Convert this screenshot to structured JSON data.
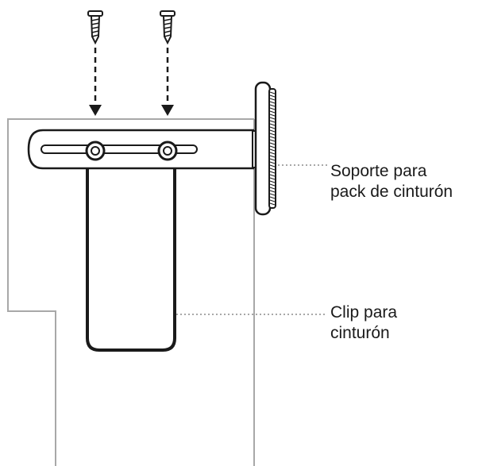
{
  "labels": {
    "mount": {
      "line1": "Soporte para",
      "line2": "pack de cinturón"
    },
    "clip": {
      "line1": "Clip para",
      "line2": "cinturón"
    }
  },
  "icons": [
    "screw-icon",
    "screw-icon",
    "arrow-down-icon",
    "arrow-down-icon"
  ],
  "colors": {
    "line": "#1a1a1a",
    "outline": "#a8a8a8",
    "leader": "#8c8c8c",
    "background": "#ffffff"
  }
}
